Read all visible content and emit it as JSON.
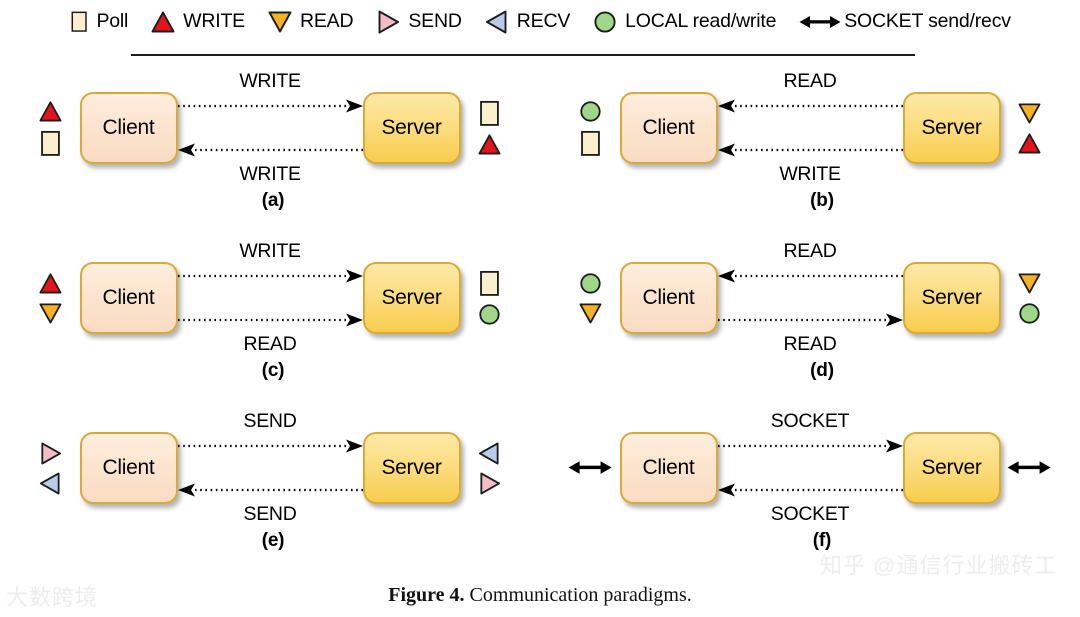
{
  "legend": {
    "items": [
      {
        "icon": "poll-square-icon",
        "label": "Poll",
        "shape": "square",
        "fill": "#faf0ce"
      },
      {
        "icon": "write-up-triangle-icon",
        "label": "WRITE",
        "shape": "tri-up",
        "fill": "#e4141c"
      },
      {
        "icon": "read-down-triangle-icon",
        "label": "READ",
        "shape": "tri-down",
        "fill": "#f5b324"
      },
      {
        "icon": "send-right-triangle-icon",
        "label": "SEND",
        "shape": "tri-right",
        "fill": "#f2bdc5"
      },
      {
        "icon": "recv-left-triangle-icon",
        "label": "RECV",
        "shape": "tri-left",
        "fill": "#b8cbe8"
      },
      {
        "icon": "local-circle-icon",
        "label": "LOCAL read/write",
        "shape": "circle",
        "fill": "#9fd68a"
      },
      {
        "icon": "socket-double-arrow-icon",
        "label": "SOCKET send/recv",
        "shape": "double-arrow",
        "fill": "#000000"
      }
    ]
  },
  "nodes": {
    "client_label": "Client",
    "server_label": "Server"
  },
  "colors": {
    "client_fill": "#fbe3cd",
    "server_fill": "#fbdc7d",
    "node_border": "#d9a93a",
    "square_fill": "#faf0ce",
    "write_red": "#e4141c",
    "read_orange": "#f5b324",
    "local_green": "#9fd68a",
    "send_pink": "#f2bdc5",
    "recv_blue": "#b8cbe8",
    "outline": "#1c1c1c",
    "watermark": "#e9e9e9"
  },
  "panels": [
    {
      "id": "a",
      "caption": "(a)",
      "left_icons": [
        "tri-up-red",
        "square"
      ],
      "right_icons": [
        "square",
        "tri-up-red"
      ],
      "top_label": "WRITE",
      "bottom_label": "WRITE",
      "top_dir": "right",
      "bottom_dir": "left"
    },
    {
      "id": "b",
      "caption": "(b)",
      "left_icons": [
        "circle-green",
        "square"
      ],
      "right_icons": [
        "tri-down-orange",
        "tri-up-red"
      ],
      "top_label": "READ",
      "bottom_label": "WRITE",
      "top_dir": "left",
      "bottom_dir": "left"
    },
    {
      "id": "c",
      "caption": "(c)",
      "left_icons": [
        "tri-up-red",
        "tri-down-orange"
      ],
      "right_icons": [
        "square",
        "circle-green"
      ],
      "top_label": "WRITE",
      "bottom_label": "READ",
      "top_dir": "right",
      "bottom_dir": "right"
    },
    {
      "id": "d",
      "caption": "(d)",
      "left_icons": [
        "circle-green",
        "tri-down-orange"
      ],
      "right_icons": [
        "tri-down-orange",
        "circle-green"
      ],
      "top_label": "READ",
      "bottom_label": "READ",
      "top_dir": "left",
      "bottom_dir": "right"
    },
    {
      "id": "e",
      "caption": "(e)",
      "left_icons": [
        "tri-right-pink",
        "tri-left-blue"
      ],
      "right_icons": [
        "tri-left-blue",
        "tri-right-pink"
      ],
      "top_label": "SEND",
      "bottom_label": "SEND",
      "top_dir": "right",
      "bottom_dir": "left"
    },
    {
      "id": "f",
      "caption": "(f)",
      "left_icons": [
        "double-arrow"
      ],
      "right_icons": [
        "double-arrow"
      ],
      "top_label": "SOCKET",
      "bottom_label": "SOCKET",
      "top_dir": "right",
      "bottom_dir": "left"
    }
  ],
  "caption": {
    "prefix": "Figure 4.",
    "text": " Communication paradigms."
  },
  "watermarks": {
    "left": "大数跨境",
    "right": "知乎 @通信行业搬砖工"
  }
}
